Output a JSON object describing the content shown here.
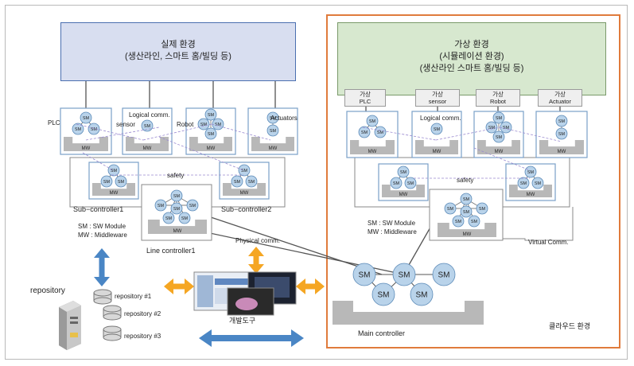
{
  "real_env": {
    "title": "실제 환경",
    "subtitle": "(생산라인, 스마트 홈/빌딩 등)"
  },
  "virtual_env": {
    "title": "가상 환경",
    "subtitle1": "(시뮬레이션 환경)",
    "subtitle2": "(생산라인 스마트 홈/빌딩 등)"
  },
  "real_devices": [
    "PLC",
    "Logical comm.",
    "sensor",
    "Robot",
    "Actuators"
  ],
  "virtual_tags": [
    {
      "line1": "가상",
      "line2": "PLC"
    },
    {
      "line1": "가상",
      "line2": "sensor"
    },
    {
      "line1": "가상",
      "line2": "Robot"
    },
    {
      "line1": "가상",
      "line2": "Actuator"
    }
  ],
  "virtual_logical": "Logical comm.",
  "labels": {
    "sm": "SM",
    "mw": "MW",
    "safety_real": "safety",
    "safety_virtual": "safety",
    "sub1": "Sub−controller1",
    "sub2": "Sub−controller2",
    "line_controller": "Line controller1",
    "physical_comm": "Physical comm.",
    "virtual_comm": "Virtual Comm.",
    "main_controller": "Main controller",
    "cloud": "클라우드 환경",
    "dev_tools": "개발도구",
    "repository": "repository",
    "repo1": "repository #1",
    "repo2": "repository #2",
    "repo3": "repository #3"
  },
  "legend_real": {
    "sm": "SM : SW Module",
    "mw": "MW : Middleware"
  },
  "legend_virtual": {
    "sm": "SM : SW Module",
    "mw": "MW : Middleware"
  },
  "colors": {
    "real_env_fill": "#d8def0",
    "virtual_env_fill": "#d7e8cf",
    "cloud_border": "#e07b3c",
    "node_fill": "#b9d3ea",
    "node_stroke": "#5b8ab8",
    "mw_fill": "#b8b8b8",
    "box_stroke": "#7aa0c8",
    "arrow_blue": "#4a86c5",
    "arrow_orange": "#f5a623"
  }
}
